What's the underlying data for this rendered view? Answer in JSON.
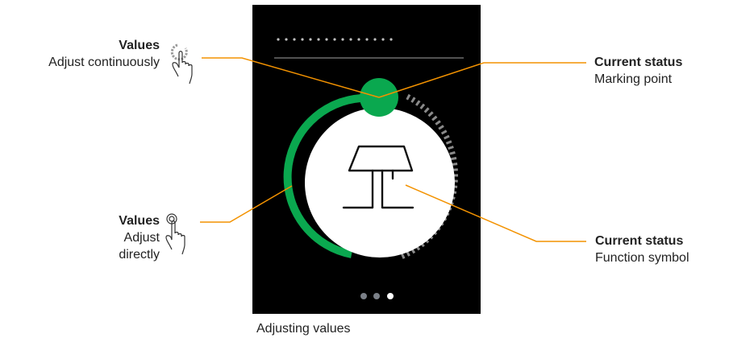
{
  "callouts": {
    "left_top": {
      "title": "Values",
      "text": "Adjust continuously"
    },
    "left_bottom": {
      "title": "Values",
      "line1": "Adjust",
      "line2": "directly"
    },
    "right_top": {
      "title": "Current status",
      "text": "Marking point"
    },
    "right_bottom": {
      "title": "Current status",
      "text": "Function symbol"
    }
  },
  "caption": "Adjusting values",
  "device": {
    "screen_color": "#000000",
    "accent_color": "#0aa84f",
    "leader_color": "#f39200",
    "page_dots": 3,
    "active_page": 3
  },
  "icons": {
    "center": "table-lamp-icon",
    "left_top_gesture": "rotate-finger-icon",
    "left_bottom_gesture": "tap-finger-icon"
  }
}
